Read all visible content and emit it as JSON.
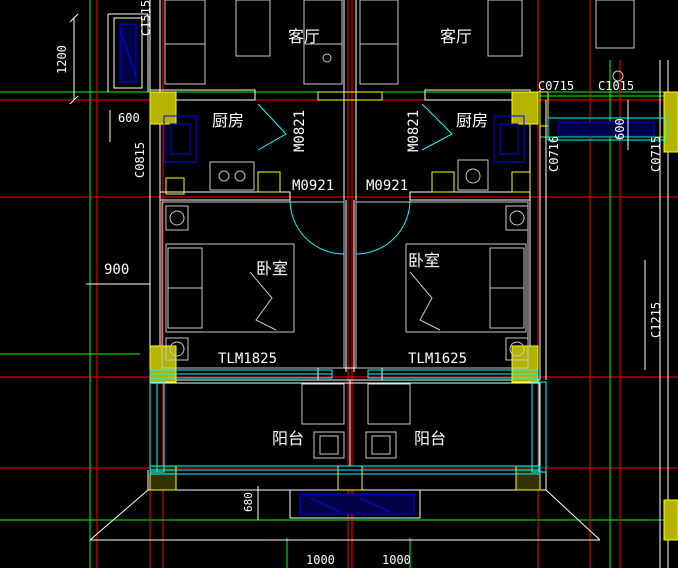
{
  "colors": {
    "background": "#000000",
    "wall": "#ffffff",
    "axis": "#ff0000",
    "green": "#00ff00",
    "cyan": "#00ffff",
    "yellow": "#ffff00",
    "blue": "#0000ff",
    "furniture": "#c8c8c8",
    "magenta": "#ff00ff",
    "column": "#b3b300"
  },
  "rooms": {
    "living_left": "客厅",
    "living_right": "客厅",
    "kitchen_left": "厨房",
    "kitchen_right": "厨房",
    "bedroom_left": "卧室",
    "bedroom_right": "卧室",
    "balcony_left": "阳台",
    "balcony_right": "阳台"
  },
  "doors": {
    "m0821_left": "M0821",
    "m0821_right": "M0821",
    "m0921_left": "M0921",
    "m0921_right": "M0921",
    "tlm_left": "TLM1825",
    "tlm_right": "TLM1625"
  },
  "windows": {
    "c1515": "C1515",
    "c0815": "C0815",
    "c0715_a": "C0715",
    "c0715_b": "C0715",
    "c0716": "C0716",
    "c1015": "C1015",
    "c1215": "C1215"
  },
  "dimensions": {
    "d1200": "1200",
    "d600_a": "600",
    "d600_b": "600",
    "d900": "900",
    "d680": "680",
    "d1000_a": "1000",
    "d1000_b": "1000"
  }
}
